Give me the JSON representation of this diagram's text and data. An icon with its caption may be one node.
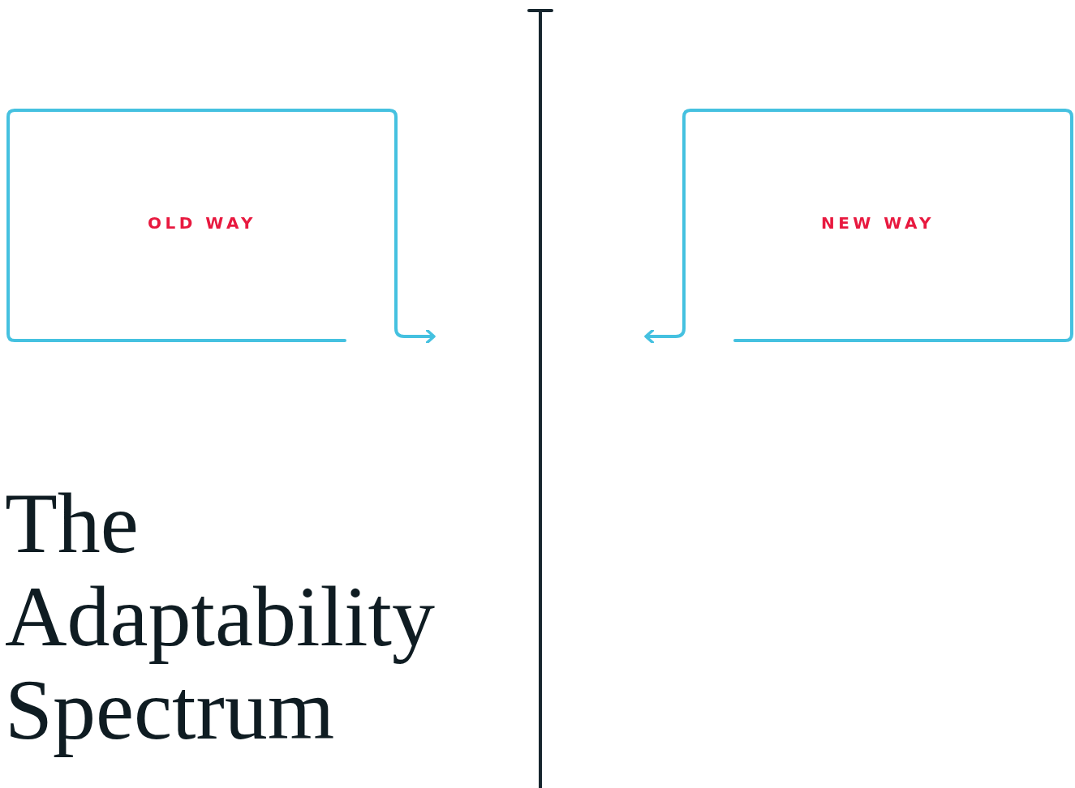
{
  "diagram": {
    "title": "The Adaptability Spectrum",
    "nodes": [
      {
        "text": [
          "OLD WAY"
        ]
      },
      {
        "text": [
          "NEW WAY"
        ]
      }
    ],
    "edges": [
      {
        "from": 0,
        "to": null,
        "arrow": "to"
      },
      {
        "from": 1,
        "to": null,
        "arrow": "to"
      }
    ]
  }
}
